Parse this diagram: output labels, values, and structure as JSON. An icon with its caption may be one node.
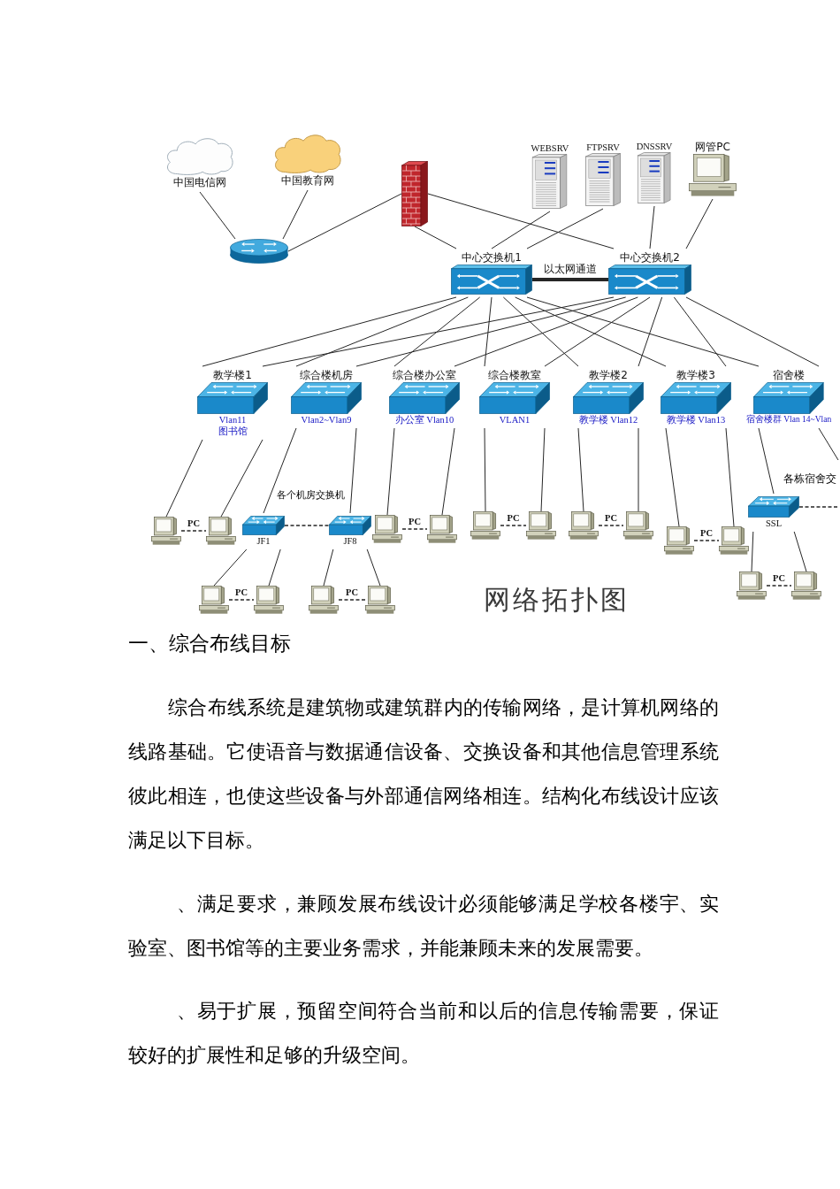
{
  "diagram": {
    "caption": "网络拓扑图",
    "nodes": [
      {
        "text": [
          "中国电信网"
        ]
      },
      {
        "text": [
          "中国教育网"
        ]
      },
      {
        "text": [],
        "shape": "router"
      },
      {
        "text": [],
        "shape": "firewall"
      },
      {
        "text": [
          "WEBSRV"
        ]
      },
      {
        "text": [
          "FTPSRV"
        ]
      },
      {
        "text": [
          "DNSSRV"
        ]
      },
      {
        "text": [
          "网管PC"
        ]
      },
      {
        "text": [
          "中心交换机1"
        ]
      },
      {
        "text": [
          "中心交换机2"
        ]
      },
      {
        "text": [
          "教学楼1"
        ],
        "beside": [
          "Vlan11",
          "图书馆"
        ]
      },
      {
        "text": [
          "综合楼机房"
        ],
        "beside": [
          "Vlan2~Vlan9"
        ]
      },
      {
        "text": [
          "综合楼办公室"
        ],
        "beside": [
          "办公室 Vlan10"
        ]
      },
      {
        "text": [
          "综合楼教室"
        ],
        "beside": [
          "VLAN1"
        ]
      },
      {
        "text": [
          "教学楼2"
        ],
        "beside": [
          "教学楼 Vlan12"
        ]
      },
      {
        "text": [
          "教学楼3"
        ],
        "beside": [
          "教学楼 Vlan13"
        ]
      },
      {
        "text": [
          "宿舍楼"
        ],
        "beside": [
          "宿舍楼群 Vlan 14~Vlan"
        ]
      },
      {
        "text": [
          "JF1"
        ]
      },
      {
        "text": [
          "JF8"
        ]
      },
      {
        "text": [
          "SSL"
        ]
      },
      {
        "text": [],
        "shape": "computer"
      },
      {
        "text": [],
        "shape": "computer"
      },
      {
        "text": [],
        "shape": "computer"
      },
      {
        "text": [],
        "shape": "computer"
      },
      {
        "text": [],
        "shape": "computer"
      },
      {
        "text": [],
        "shape": "computer"
      },
      {
        "text": [],
        "shape": "computer"
      },
      {
        "text": [],
        "shape": "computer"
      },
      {
        "text": [],
        "shape": "computer"
      },
      {
        "text": [],
        "shape": "computer"
      },
      {
        "text": [],
        "shape": "computer"
      },
      {
        "text": [],
        "shape": "computer"
      },
      {
        "text": [],
        "shape": "computer"
      },
      {
        "text": [],
        "shape": "computer"
      },
      {
        "text": [],
        "shape": "computer"
      },
      {
        "text": [],
        "shape": "computer"
      }
    ],
    "edges": [
      {
        "from": 0,
        "to": 2,
        "arrow": "none"
      },
      {
        "from": 1,
        "to": 2,
        "arrow": "none"
      },
      {
        "from": 2,
        "to": 3,
        "arrow": "none"
      },
      {
        "from": 3,
        "to": 8,
        "arrow": "none"
      },
      {
        "from": 3,
        "to": 9,
        "arrow": "none"
      },
      {
        "from": 4,
        "to": 8,
        "arrow": "none"
      },
      {
        "from": 5,
        "to": 8,
        "arrow": "none"
      },
      {
        "from": 6,
        "to": 9,
        "arrow": "none"
      },
      {
        "from": 7,
        "to": 9,
        "arrow": "none"
      },
      {
        "from": 8,
        "to": 9,
        "arrow": "none",
        "label": "以太网通道",
        "style": "thick"
      },
      {
        "from": 8,
        "to": 10,
        "arrow": "none"
      },
      {
        "from": 8,
        "to": 11,
        "arrow": "none"
      },
      {
        "from": 8,
        "to": 12,
        "arrow": "none"
      },
      {
        "from": 8,
        "to": 13,
        "arrow": "none"
      },
      {
        "from": 8,
        "to": 14,
        "arrow": "none"
      },
      {
        "from": 8,
        "to": 15,
        "arrow": "none"
      },
      {
        "from": 8,
        "to": 16,
        "arrow": "none"
      },
      {
        "from": 9,
        "to": 10,
        "arrow": "none"
      },
      {
        "from": 9,
        "to": 11,
        "arrow": "none"
      },
      {
        "from": 9,
        "to": 12,
        "arrow": "none"
      },
      {
        "from": 9,
        "to": 13,
        "arrow": "none"
      },
      {
        "from": 9,
        "to": 14,
        "arrow": "none"
      },
      {
        "from": 9,
        "to": 15,
        "arrow": "none"
      },
      {
        "from": 9,
        "to": 16,
        "arrow": "none"
      },
      {
        "from": 10,
        "to": 20,
        "arrow": "none"
      },
      {
        "from": 10,
        "to": 21,
        "arrow": "none"
      },
      {
        "from": 11,
        "to": 17,
        "arrow": "none"
      },
      {
        "from": 11,
        "to": 18,
        "arrow": "none"
      },
      {
        "from": 17,
        "to": 18,
        "arrow": "none",
        "style": "dashed"
      },
      {
        "from": 12,
        "to": 22,
        "arrow": "none"
      },
      {
        "from": 12,
        "to": 23,
        "arrow": "none"
      },
      {
        "from": 13,
        "to": 24,
        "arrow": "none"
      },
      {
        "from": 13,
        "to": 25,
        "arrow": "none"
      },
      {
        "from": 14,
        "to": 26,
        "arrow": "none"
      },
      {
        "from": 14,
        "to": 27,
        "arrow": "none"
      },
      {
        "from": 15,
        "to": 28,
        "arrow": "none"
      },
      {
        "from": 15,
        "to": 29,
        "arrow": "none"
      },
      {
        "from": 16,
        "to": 19,
        "arrow": "none"
      },
      {
        "from": 16,
        "to": null,
        "arrow": "none"
      },
      {
        "from": 19,
        "to": null,
        "arrow": "none",
        "style": "dashed"
      },
      {
        "from": 17,
        "to": 30,
        "arrow": "none"
      },
      {
        "from": 17,
        "to": 31,
        "arrow": "none"
      },
      {
        "from": 18,
        "to": 32,
        "arrow": "none"
      },
      {
        "from": 18,
        "to": 33,
        "arrow": "none"
      },
      {
        "from": 19,
        "to": 34,
        "arrow": "none"
      },
      {
        "from": 19,
        "to": 35,
        "arrow": "none"
      },
      {
        "from": 20,
        "to": 21,
        "arrow": "none",
        "label": "PC",
        "style": "dashed"
      },
      {
        "from": 22,
        "to": 23,
        "arrow": "none",
        "label": "PC",
        "style": "dashed"
      },
      {
        "from": 24,
        "to": 25,
        "arrow": "none",
        "label": "PC",
        "style": "dashed"
      },
      {
        "from": 26,
        "to": 27,
        "arrow": "none",
        "label": "PC",
        "style": "dashed"
      },
      {
        "from": 28,
        "to": 29,
        "arrow": "none",
        "label": "PC",
        "style": "dashed"
      },
      {
        "from": 30,
        "to": 31,
        "arrow": "none",
        "label": "PC",
        "style": "dashed"
      },
      {
        "from": 32,
        "to": 33,
        "arrow": "none",
        "label": "PC",
        "style": "dashed"
      },
      {
        "from": 34,
        "to": 35,
        "arrow": "none",
        "label": "PC",
        "style": "dashed"
      }
    ],
    "labels": [
      "各个机房交换机",
      "各栋宿舍交",
      "一、综合布线目标",
      "综合布线系统是建筑物或建筑群内的传输网络，是计算机网络的线路基础。它使语音与数据通信设备、交换设备和其他信息管理系统彼此相连，也使这些设备与外部通信网络相连。结构化布线设计应该满足以下目标。",
      "、满足要求，兼顾发展布线设计必须能够满足学校各楼宇、实验室、图书馆等的主要业务需求，并能兼顾未来的发展需要。",
      "、易于扩展，预留空间符合当前和以后的信息传输需要，保证较好的扩展性和足够的升级空间。"
    ]
  }
}
